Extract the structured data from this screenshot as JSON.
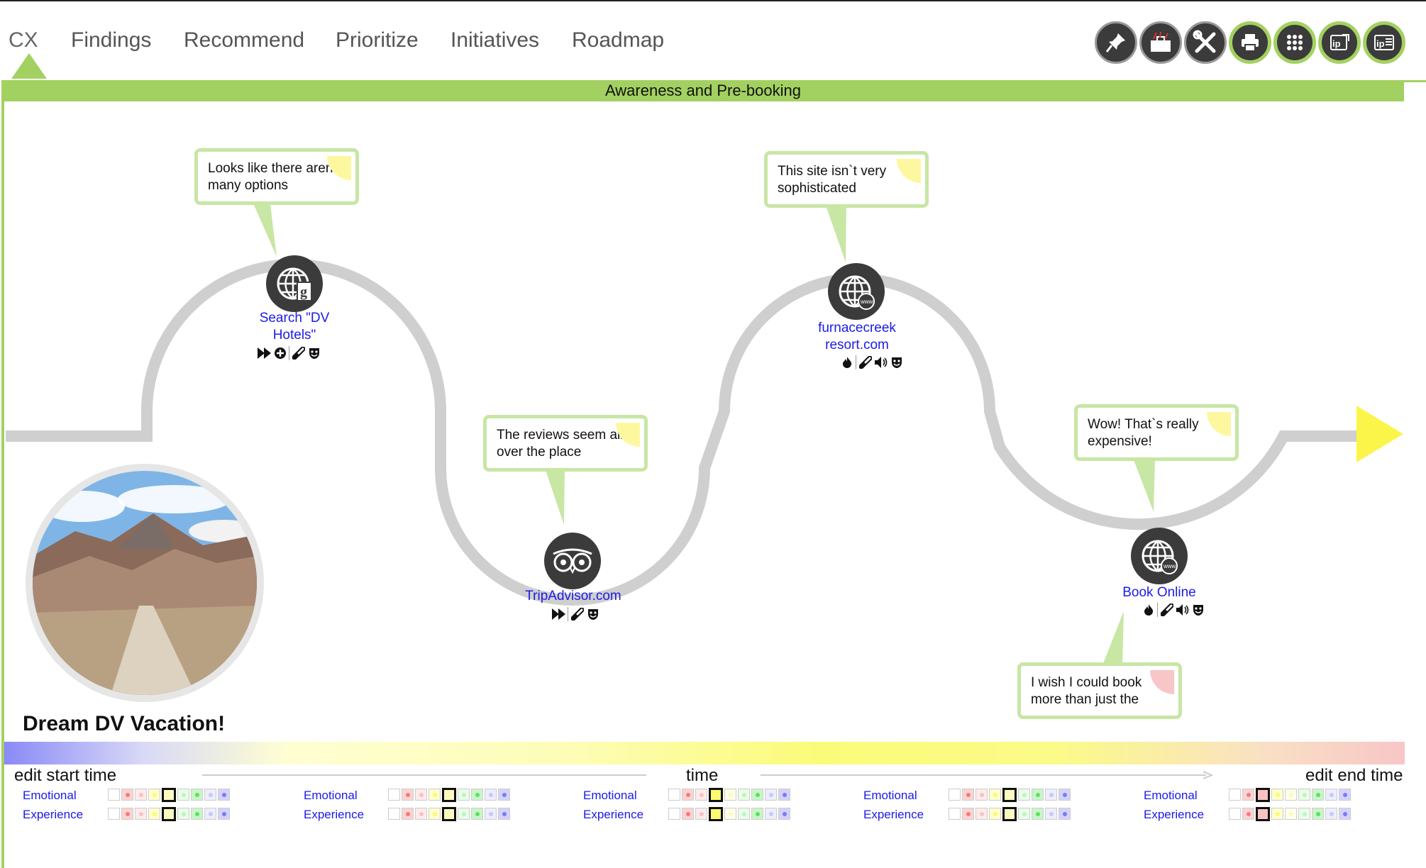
{
  "nav": {
    "tabs": [
      {
        "label": "CX",
        "active": true
      },
      {
        "label": "Findings"
      },
      {
        "label": "Recommend"
      },
      {
        "label": "Prioritize"
      },
      {
        "label": "Initiatives"
      },
      {
        "label": "Roadmap"
      }
    ]
  },
  "toolbar": {
    "tools": [
      {
        "icon": "pushpin-icon"
      },
      {
        "icon": "toolbox-icon"
      },
      {
        "icon": "wrench-screwdriver-icon"
      },
      {
        "icon": "printer-icon"
      },
      {
        "icon": "grid-dots-icon"
      },
      {
        "icon": "ip-export-icon"
      },
      {
        "icon": "ip-list-icon"
      }
    ]
  },
  "phase": {
    "label": "Awareness and Pre-booking",
    "color": "#a3d161"
  },
  "journey": {
    "title": "Dream DV Vacation!",
    "touchpoints": [
      {
        "label": "Search \"DV Hotels\"",
        "icon": "globe-google-icon",
        "tags": [
          "fast-forward-icon",
          "plus-circle-icon",
          "pill-icon",
          "theater-mask-icon"
        ]
      },
      {
        "label": "TripAdvisor.com",
        "icon": "tripadvisor-owl-icon",
        "tags": [
          "fast-forward-icon",
          "pill-icon",
          "theater-mask-icon"
        ]
      },
      {
        "label": "furnacecreek resort.com",
        "icon": "globe-www-icon",
        "tags": [
          "flame-icon",
          "pill-icon",
          "speaker-icon",
          "theater-mask-icon"
        ]
      },
      {
        "label": "Book Online",
        "icon": "globe-www-icon",
        "tags": [
          "flame-icon",
          "pill-icon",
          "speaker-icon",
          "theater-mask-icon"
        ]
      }
    ],
    "comments": [
      {
        "text": "Looks like there aren`t many options",
        "mood": "yellow"
      },
      {
        "text": "The reviews seem all over the place",
        "mood": "yellow"
      },
      {
        "text": "This site isn`t very sophisticated",
        "mood": "yellow"
      },
      {
        "text": "Wow!  That`s really expensive!",
        "mood": "yellow"
      },
      {
        "text": "I wish I could book more than just the",
        "mood": "pink"
      }
    ]
  },
  "timeline": {
    "start_label": "edit start time",
    "mid_label": "time",
    "end_label": "edit end time"
  },
  "emotion_scale": {
    "colors": [
      "#ffffff",
      "#f47b7b",
      "#f8c2c2",
      "#fbfb70",
      "#fbfbc0",
      "#bdf5bd",
      "#5ee05e",
      "#c8c8f7",
      "#7b7bf4"
    ],
    "groups": [
      {
        "emotional_label": "Emotional",
        "experience_label": "Experience",
        "emotional": 4,
        "experience": 4
      },
      {
        "emotional_label": "Emotional",
        "experience_label": "Experience",
        "emotional": 4,
        "experience": 4
      },
      {
        "emotional_label": "Emotional",
        "experience_label": "Experience",
        "emotional": 3,
        "experience": 3
      },
      {
        "emotional_label": "Emotional",
        "experience_label": "Experience",
        "emotional": 4,
        "experience": 4
      },
      {
        "emotional_label": "Emotional",
        "experience_label": "Experience",
        "emotional": 2,
        "experience": 2
      }
    ]
  }
}
